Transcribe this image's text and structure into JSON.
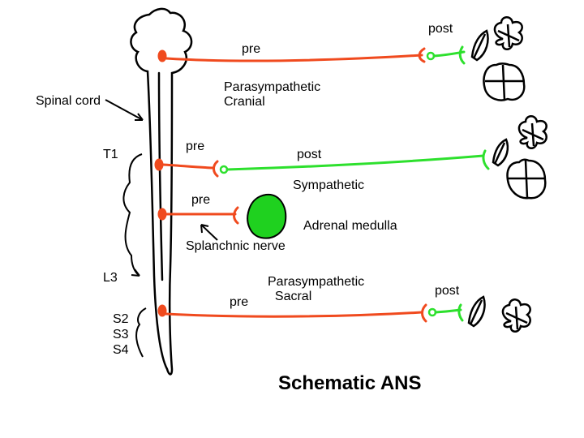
{
  "title": "Schematic ANS",
  "labels": {
    "spinal_cord": "Spinal cord",
    "t1": "T1",
    "l3": "L3",
    "sacral_segments": "S2\nS3\nS4",
    "cranial_pre": "pre",
    "cranial_post": "post",
    "cranial_division": "Parasympathetic\nCranial",
    "symp_pre": "pre",
    "symp_post": "post",
    "sympathetic": "Sympathetic",
    "adrenal_pre": "pre",
    "adrenal_medulla": "Adrenal medulla",
    "splanchnic_nerve": "Splanchnic nerve",
    "sacral_division": "Parasympathetic\n  Sacral",
    "sacral_pre": "pre",
    "sacral_post": "post"
  },
  "colors": {
    "preganglionic": "#f04a1e",
    "postganglionic": "#2de02d",
    "adrenal": "#1fd11f",
    "outline": "#000000"
  }
}
